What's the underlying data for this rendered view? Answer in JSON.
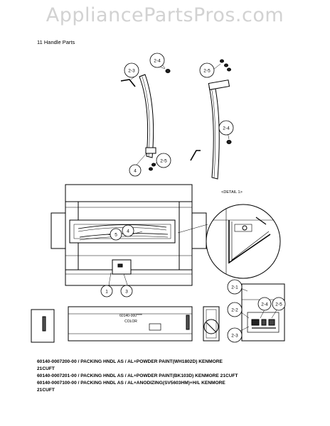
{
  "watermark": "AppliancePartsPros.com",
  "section_title": "11 Handle Parts",
  "callouts": [
    "2-3",
    "2-4",
    "2-5",
    "4",
    "2-5",
    "2-4",
    "5",
    "4",
    "1",
    "3",
    "2-1",
    "2-2",
    "2-4",
    "2-5",
    "2-3"
  ],
  "detail_label": "<DETAIL 1>",
  "box_label_top": "60140-000****",
  "box_label_bottom": "COLOR",
  "parts_list": [
    "60140-0007200-00 / PACKING HNDL AS / AL+POWDER PAINT(WH1802D) KENMORE",
    "21CUFT",
    "60140-0007201-00 / PACKING HNDL AS / AL+POWDER PAINT(BK103D) KENMORE 21CUFT",
    "60140-0007100-00 / PACKING HNDL AS / AL+ANODIZING(SV5603HM)+H/L KENMORE",
    "21CUFT"
  ],
  "colors": {
    "line": "#000000",
    "watermark": "#d2d2d2"
  }
}
